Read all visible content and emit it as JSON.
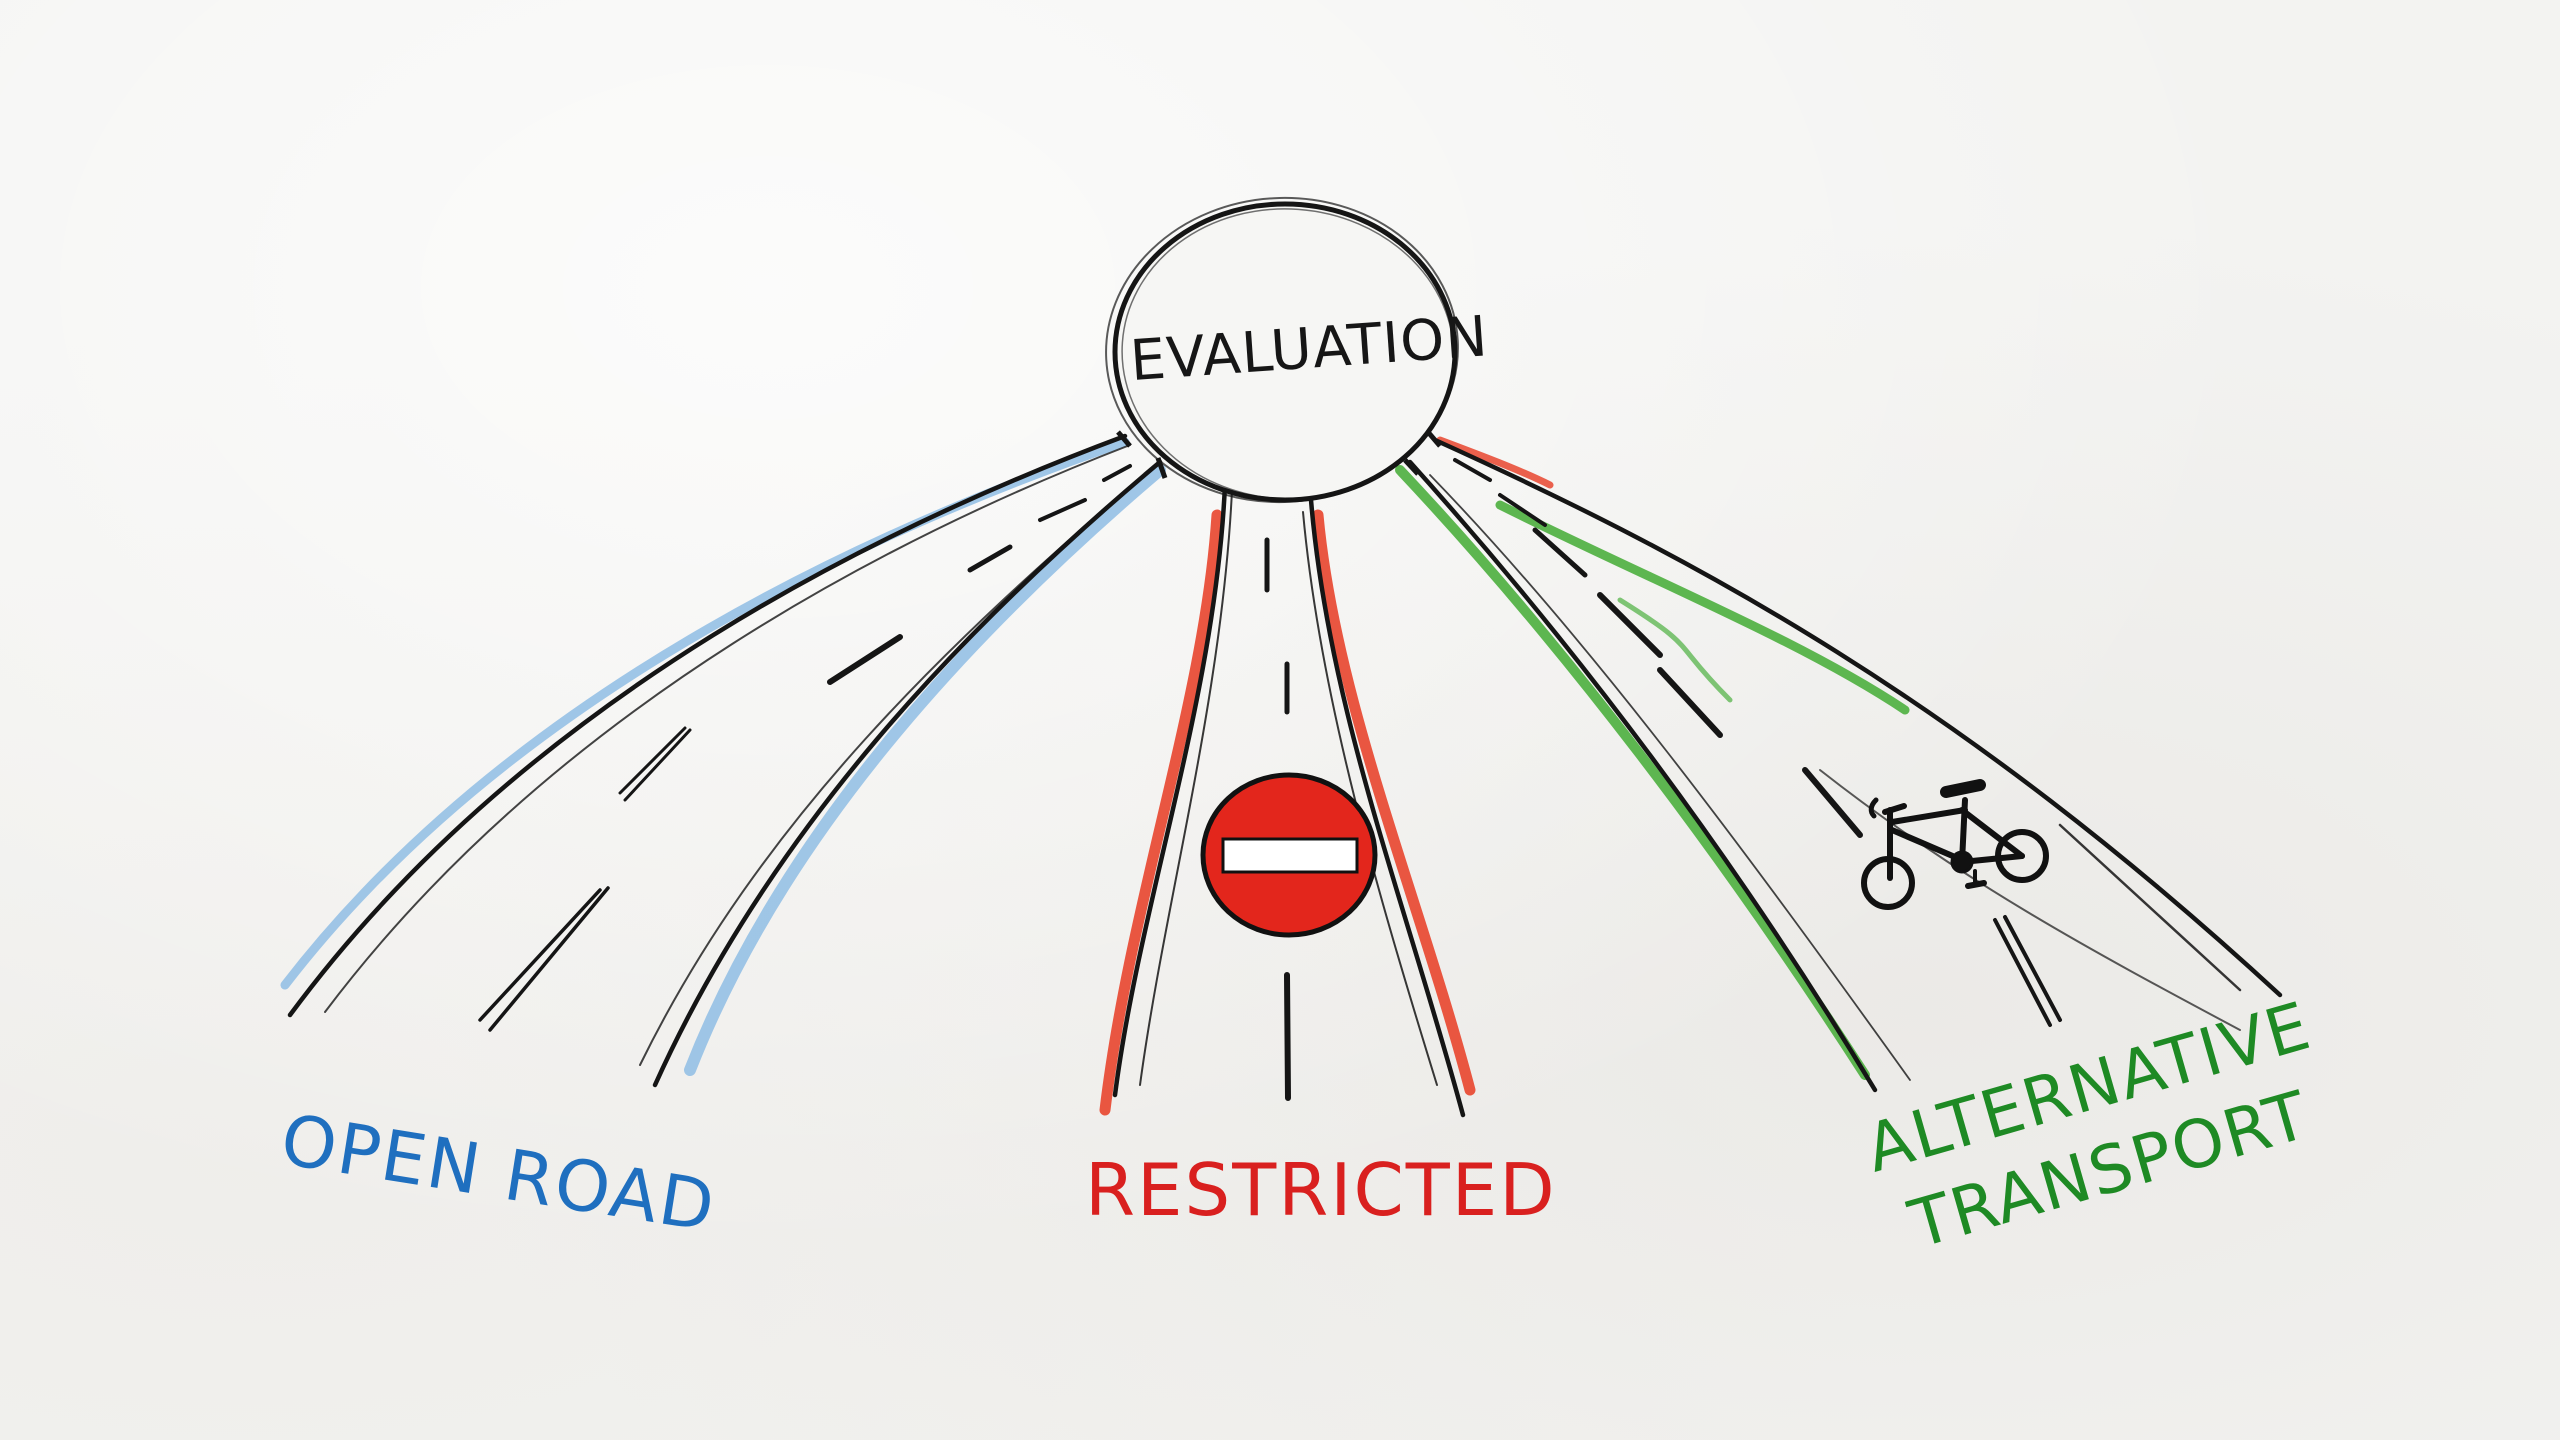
{
  "diagram": {
    "center_node": {
      "label": "EVALUATION",
      "color": "#1a1a1a"
    },
    "branches": [
      {
        "id": "open-road",
        "label": "OPEN ROAD",
        "color": "#1f6fbf",
        "edge_color": "#7fb3e0",
        "icon": "none"
      },
      {
        "id": "restricted",
        "label": "RESTRICTED",
        "color": "#d9201f",
        "edge_color": "#e8452e",
        "icon": "no-entry-sign-icon"
      },
      {
        "id": "alternative-transport",
        "label_line1": "ALTERNATIVE",
        "label_line2": "TRANSPORT",
        "color": "#1e8a24",
        "edge_color": "#4caf3e",
        "icon": "bicycle-icon"
      }
    ],
    "sign_colors": {
      "no_entry_fill": "#e3261c",
      "no_entry_bar": "#ffffff",
      "outline": "#111111"
    }
  }
}
